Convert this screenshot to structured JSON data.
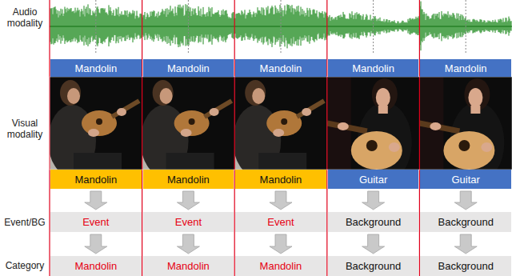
{
  "diagram": {
    "nodes": [
      {
        "text": [
          "Mandolin"
        ]
      },
      {
        "text": [
          "Mandolin"
        ]
      },
      {
        "text": [
          "Mandolin"
        ]
      },
      {
        "text": [
          "Mandolin"
        ]
      },
      {
        "text": [
          "Mandolin"
        ]
      },
      {
        "text": [
          "Mandolin"
        ]
      },
      {
        "text": [
          "Mandolin"
        ]
      },
      {
        "text": [
          "Mandolin"
        ]
      },
      {
        "text": [
          "Guitar"
        ]
      },
      {
        "text": [
          "Guitar"
        ]
      },
      {
        "text": [
          "Event"
        ]
      },
      {
        "text": [
          "Event"
        ]
      },
      {
        "text": [
          "Event"
        ]
      },
      {
        "text": [
          "Background"
        ]
      },
      {
        "text": [
          "Background"
        ]
      },
      {
        "text": [
          "Mandolin"
        ]
      },
      {
        "text": [
          "Mandolin"
        ]
      },
      {
        "text": [
          "Mandolin"
        ]
      },
      {
        "text": [
          "Background"
        ]
      },
      {
        "text": [
          "Background"
        ]
      }
    ],
    "edges": [
      {
        "from": 5,
        "to": 10,
        "arrow": "to"
      },
      {
        "from": 10,
        "to": 15,
        "arrow": "to"
      },
      {
        "from": 6,
        "to": 11,
        "arrow": "to"
      },
      {
        "from": 11,
        "to": 16,
        "arrow": "to"
      },
      {
        "from": 7,
        "to": 12,
        "arrow": "to"
      },
      {
        "from": 12,
        "to": 17,
        "arrow": "to"
      },
      {
        "from": 8,
        "to": 13,
        "arrow": "to"
      },
      {
        "from": 13,
        "to": 18,
        "arrow": "to"
      },
      {
        "from": 9,
        "to": 14,
        "arrow": "to"
      },
      {
        "from": 14,
        "to": 19,
        "arrow": "to"
      }
    ],
    "labels": [
      "Audio modality",
      "Visual modality",
      "Event/BG",
      "Category"
    ]
  }
}
